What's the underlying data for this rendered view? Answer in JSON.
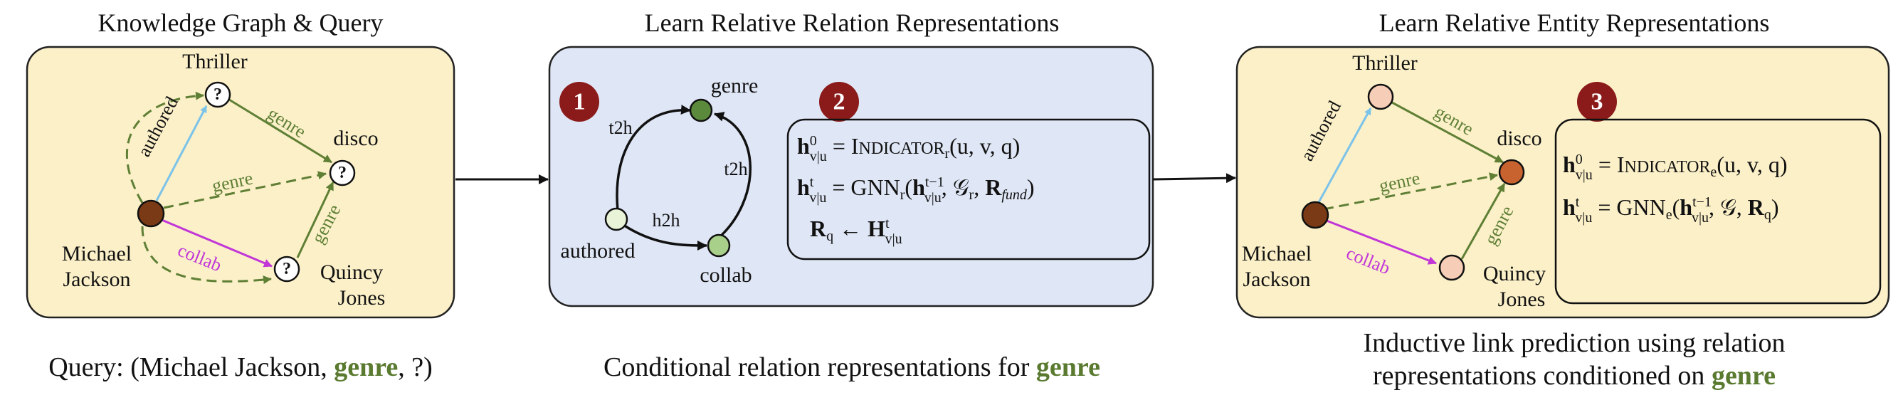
{
  "panels": {
    "left": {
      "title": "Knowledge Graph & Query",
      "nodes": {
        "thriller": "Thriller",
        "disco": "disco",
        "michael_line1": "Michael",
        "michael_line2": "Jackson",
        "quincy_line1": "Quincy",
        "quincy_line2": "Jones",
        "unknown_mark": "?"
      },
      "edges": {
        "authored": "authored",
        "genre": "genre",
        "genre_dashed": "genre",
        "genre_right": "genre",
        "collab": "collab"
      },
      "caption": {
        "prefix": "Query: (Michael Jackson, ",
        "highlight": "genre",
        "suffix": ", ?)"
      }
    },
    "middle": {
      "title": "Learn Relative Relation Representations",
      "badges": {
        "one": "1",
        "two": "2"
      },
      "nodes": {
        "genre": "genre",
        "authored": "authored",
        "collab": "collab"
      },
      "edges": {
        "t2h_left": "t2h",
        "t2h_right": "t2h",
        "h2h": "h2h"
      },
      "caption": {
        "prefix": "Conditional relation representations for ",
        "highlight": "genre"
      }
    },
    "right": {
      "title": "Learn Relative Entity Representations",
      "badges": {
        "three": "3"
      },
      "nodes": {
        "thriller": "Thriller",
        "disco": "disco",
        "michael_line1": "Michael",
        "michael_line2": "Jackson",
        "quincy_line1": "Quincy",
        "quincy_line2": "Jones"
      },
      "edges": {
        "authored": "authored",
        "genre": "genre",
        "genre_dashed": "genre",
        "genre_right": "genre",
        "collab": "collab"
      },
      "caption": {
        "line1": "Inductive link prediction using relation",
        "line2_prefix": "representations conditioned on ",
        "highlight": "genre"
      }
    }
  },
  "colors": {
    "panel_yellow": "#fbf0c8",
    "panel_blue": "#dfe6f5",
    "green_edge": "#5f7f35",
    "blue_edge": "#7cc3ea",
    "magenta_edge": "#c236d8",
    "badge_red": "#8b1a1a",
    "node_brown": "#7a3a16",
    "node_orange": "#c8632f",
    "node_peach": "#f6cdb6",
    "node_darkgreen": "#5c8a3c",
    "node_lightgreen": "#a8d08a",
    "node_palegreen": "#e8f3d8"
  }
}
